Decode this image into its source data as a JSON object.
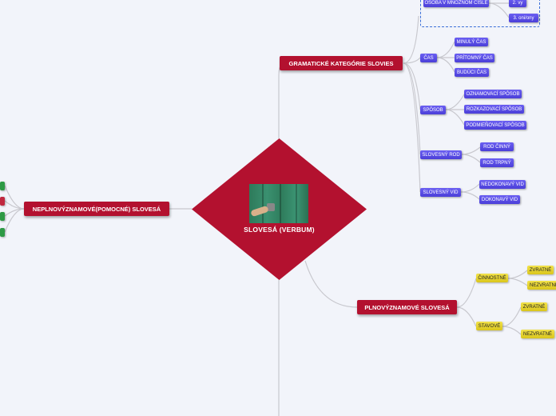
{
  "center": {
    "label": "SLOVESÁ (VERBUM)",
    "image": "painting-wall-photo"
  },
  "branches": {
    "grammatical": {
      "label": "GRAMATICKÉ KATEGÓRIE SLOVIES",
      "person_plural": {
        "label": "OSOBA V MNOŽNOM ČÍSLE",
        "second": "2. vy",
        "third": "3. oni/ony"
      },
      "tense": {
        "label": "ČAS",
        "items": [
          "MINULÝ ČAS",
          "PRÍTOMNÝ ČAS",
          "BUDÚCI ČAS"
        ]
      },
      "mood": {
        "label": "SPÔSOB",
        "items": [
          "OZNAMOVACÍ SPÔSOB",
          "ROZKAZOVACÍ SPÔSOB",
          "PODMIEŇOVACÍ SPÔSOB"
        ]
      },
      "voice": {
        "label": "SLOVESNÝ ROD",
        "items": [
          "ROD ČINNÝ",
          "ROD TRPNÝ"
        ]
      },
      "aspect": {
        "label": "SLOVESNÝ VID",
        "items": [
          "NEDOKONAVÝ VID",
          "DOKONAVÝ VID"
        ]
      }
    },
    "auxiliary": {
      "label": "NEPLNOVÝZNAMOVÉ(POMOCNÉ) SLOVESÁ"
    },
    "full": {
      "label": "PLNOVÝZNAMOVÉ SLOVESÁ",
      "activity": {
        "label": "ČINNOSTNÉ",
        "items": [
          "ZVRATNÉ",
          "NEZVRATNÉ"
        ]
      },
      "state": {
        "label": "STAVOVÉ",
        "items": [
          "ZVRATNÉ",
          "NEZVRATNÉ"
        ]
      }
    }
  },
  "colors": {
    "main": "#b3112f",
    "blue": "#5548e6",
    "yellow": "#e6d433",
    "green": "#2e9a45",
    "line": "#c9c9cf"
  }
}
